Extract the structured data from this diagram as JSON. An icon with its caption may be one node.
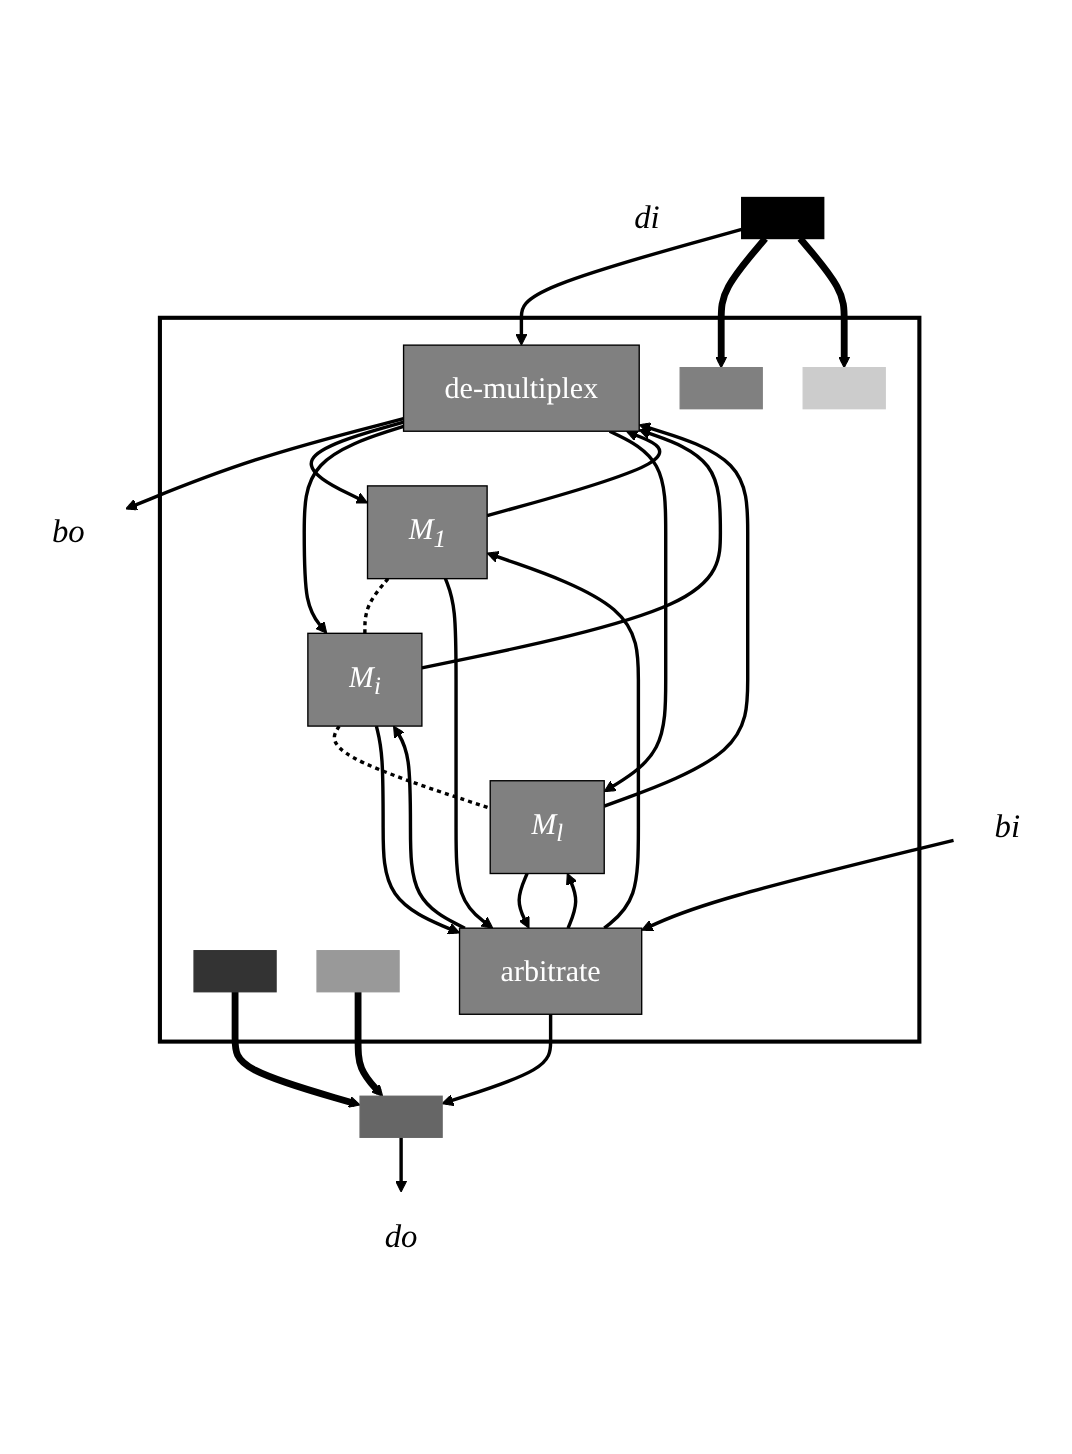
{
  "diagram": {
    "nodes": [
      {
        "text": [],
        "shape": "box"
      },
      {
        "text": [
          "bo"
        ]
      },
      {
        "text": [
          "di"
        ]
      },
      {
        "text": [],
        "shape": "box"
      },
      {
        "text": [
          "de-multiplex"
        ],
        "in": 0
      },
      {
        "text": [],
        "shape": "box",
        "in": 0
      },
      {
        "text": [],
        "shape": "box",
        "in": 0
      },
      {
        "text": [
          "M$_{1}$"
        ],
        "in": 0
      },
      {
        "text": [
          "M$_{i}$"
        ],
        "in": 0
      },
      {
        "text": [
          "M$_{l}$"
        ],
        "in": 0
      },
      {
        "text": [],
        "shape": "box",
        "in": 0
      },
      {
        "text": [],
        "shape": "box",
        "in": 0
      },
      {
        "text": [
          "arbitrate"
        ],
        "in": 0
      },
      {
        "text": [],
        "shape": "box"
      },
      {
        "text": [
          "bi"
        ]
      },
      {
        "text": [
          "do"
        ]
      }
    ],
    "edges": [
      {
        "from": 4,
        "to": 1,
        "arrow": "to"
      },
      {
        "from": 3,
        "to": 4,
        "arrow": "to"
      },
      {
        "from": 3,
        "to": 5,
        "arrow": "to",
        "style": "thick"
      },
      {
        "from": 3,
        "to": 6,
        "arrow": "to",
        "style": "thick"
      },
      {
        "from": 4,
        "to": 7,
        "arrow": "to"
      },
      {
        "from": 7,
        "to": 4,
        "arrow": "to"
      },
      {
        "from": 4,
        "to": 8,
        "arrow": "to"
      },
      {
        "from": 8,
        "to": 4,
        "arrow": "to"
      },
      {
        "from": 4,
        "to": 9,
        "arrow": "to"
      },
      {
        "from": 9,
        "to": 4,
        "arrow": "to"
      },
      {
        "from": 7,
        "to": 8,
        "arrow": "none",
        "style": "dashed"
      },
      {
        "from": 8,
        "to": 9,
        "arrow": "none",
        "style": "dashed"
      },
      {
        "from": 12,
        "to": 7,
        "arrow": "to"
      },
      {
        "from": 7,
        "to": 12,
        "arrow": "to"
      },
      {
        "from": 12,
        "to": 8,
        "arrow": "to"
      },
      {
        "from": 8,
        "to": 12,
        "arrow": "to"
      },
      {
        "from": 12,
        "to": 9,
        "arrow": "to"
      },
      {
        "from": 9,
        "to": 12,
        "arrow": "to"
      },
      {
        "from": 10,
        "to": 13,
        "arrow": "to",
        "style": "thick"
      },
      {
        "from": 11,
        "to": 13,
        "arrow": "to",
        "style": "thick"
      },
      {
        "from": 14,
        "to": 12,
        "arrow": "to"
      },
      {
        "from": 12,
        "to": 13,
        "arrow": "to"
      },
      {
        "from": 13,
        "to": 15,
        "arrow": "to"
      }
    ]
  }
}
